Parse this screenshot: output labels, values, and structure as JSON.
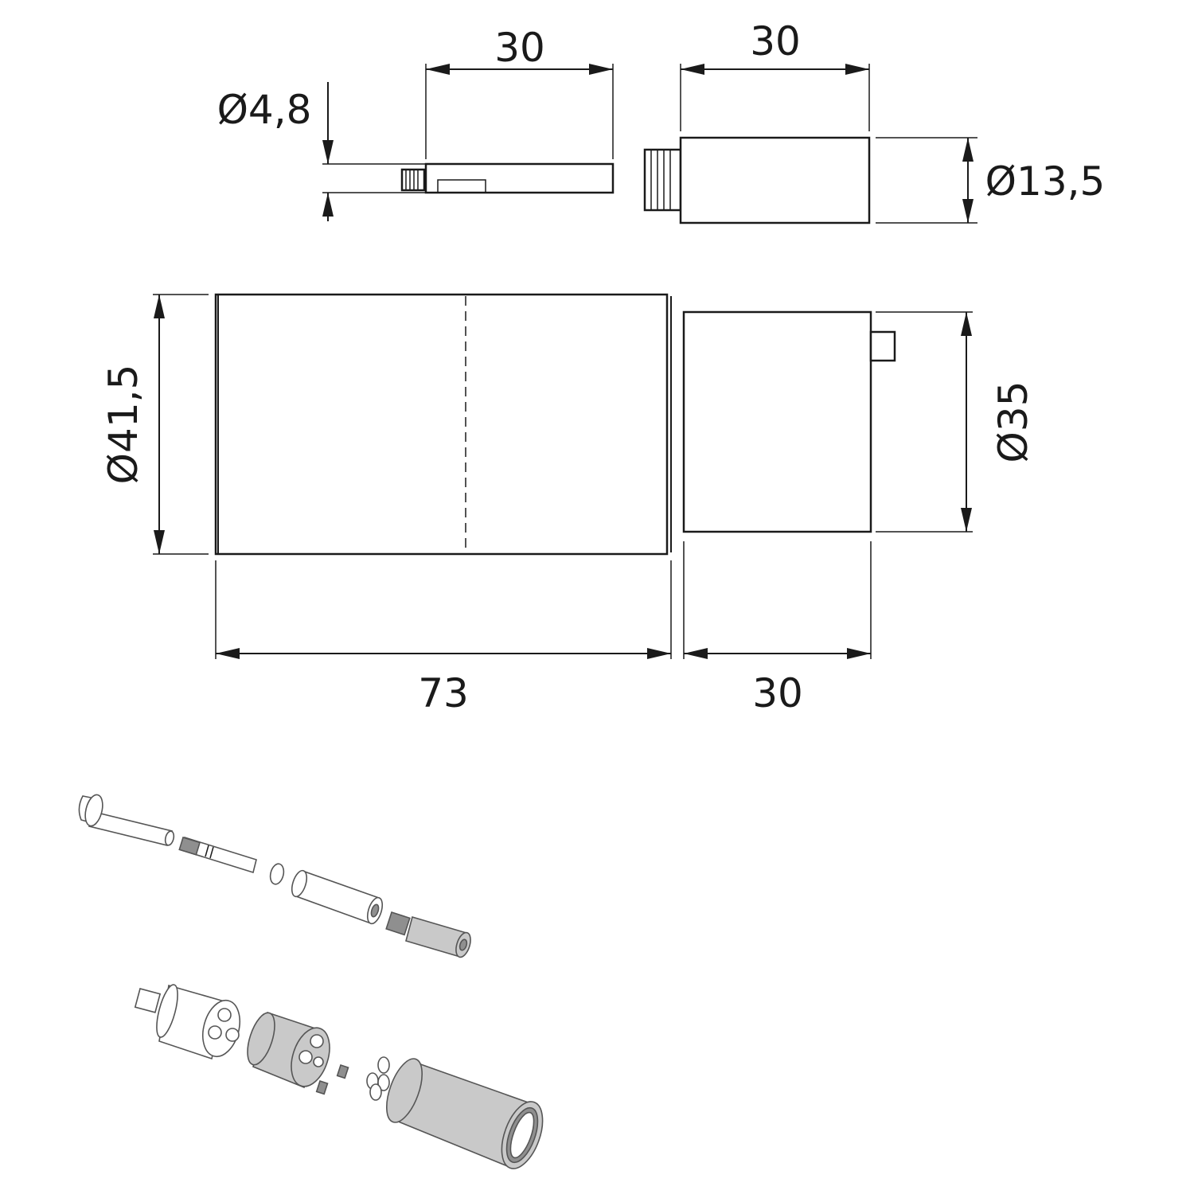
{
  "drawing": {
    "dimensions": {
      "rod_diameter": "Ø4,8",
      "rod_length": "30",
      "extension_length_top": "30",
      "extension_diameter": "Ø13,5",
      "body_diameter": "Ø41,5",
      "body_length": "73",
      "cap_diameter": "Ø35",
      "cap_length": "30"
    }
  }
}
